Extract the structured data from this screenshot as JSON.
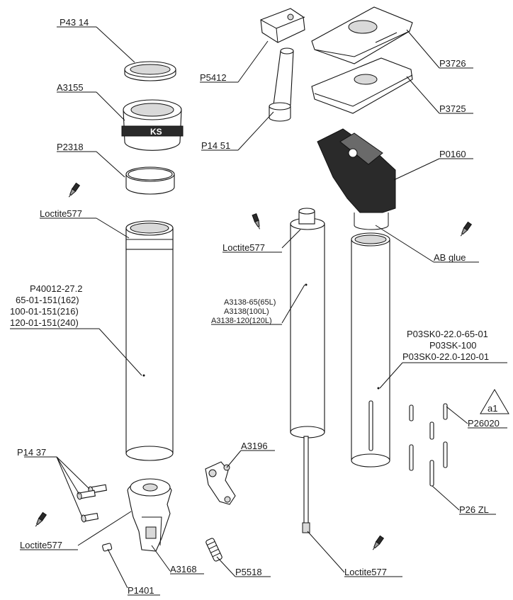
{
  "labels": {
    "p4314": "P43 14",
    "a3155": "A3155",
    "p2318": "P2318",
    "loctite_top_left": "Loctite577",
    "p40012_l1": "P40012-27.2",
    "p40012_l2": "65-01-151(162)",
    "p40012_l3": "100-01-151(216)",
    "p40012_l4": "120-01-151(240)",
    "p1437": "P14 37",
    "loctite_bottom_left": "Loctite577",
    "a3168": "A3168",
    "p1401": "P1401",
    "p5412": "P5412",
    "p1451": "P14 51",
    "loctite_middle": "Loctite577",
    "a3138_l1": "A3138-65(65L)",
    "a3138_l2": "A3138(100L)",
    "a3138_l3": "A3138-120(120L)",
    "a3196": "A3196",
    "p5518": "P5518",
    "loctite_bottom_center": "Loctite577",
    "p3726": "P3726",
    "p3725": "P3725",
    "p0160": "P0160",
    "ab_glue": "AB glue",
    "p03_l1": "P03SK0-22.0-65-01",
    "p03_l2": "P03SK-100",
    "p03_l3": "P03SK0-22.0-120-01",
    "a1": "a1",
    "p26020": "P26020",
    "p26zl": "P26 ZL"
  },
  "logo_text": "KS"
}
